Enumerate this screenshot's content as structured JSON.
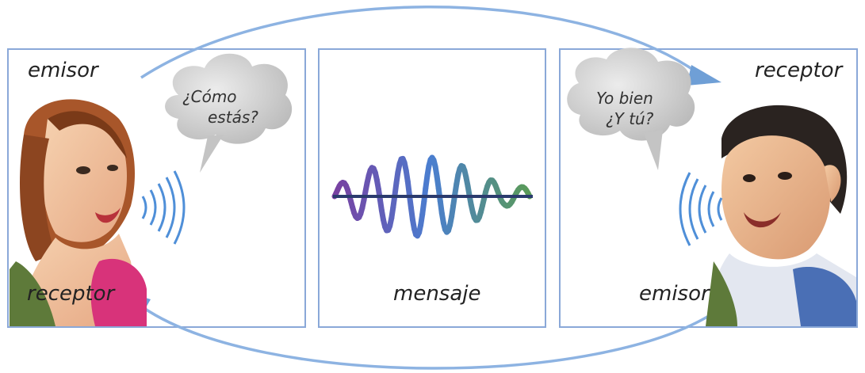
{
  "left_panel": {
    "top_label": "emisor",
    "bottom_label": "receptor",
    "speech": {
      "line1": "¿Cómo",
      "line2": "estás?"
    }
  },
  "middle_panel": {
    "label": "mensaje"
  },
  "right_panel": {
    "top_label": "receptor",
    "bottom_label": "emisor",
    "speech": {
      "line1": "Yo bien",
      "line2": "¿Y tú?"
    }
  },
  "colors": {
    "frame": "#8aa8d8",
    "arrow": "#6f9fd6",
    "bubble": "#c9c9c9",
    "wave_purple": "#7a3fa0",
    "wave_blue": "#4a7ed0",
    "wave_green": "#5a9a5a",
    "signal_waves": "#4f8fd8"
  }
}
